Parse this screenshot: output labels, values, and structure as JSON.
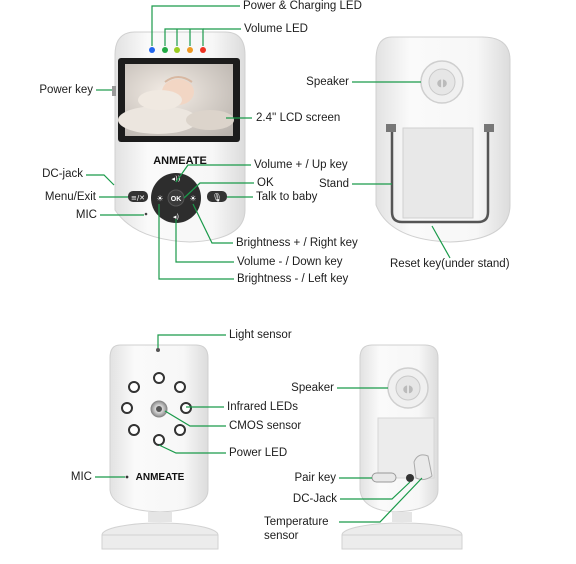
{
  "brand": "ANMEATE",
  "ok_key": "OK",
  "colors": {
    "line": "#1a9a4a",
    "device_body": "#f4f4f4",
    "device_edge": "#d6d6d6",
    "dark_panel": "#2b2b2b",
    "led_colors": [
      "#2266ee",
      "#22aa44",
      "#99cc22",
      "#ee9922",
      "#ee3322"
    ]
  },
  "labels": {
    "power_charging_led": "Power & Charging LED",
    "volume_led": "Volume LED",
    "power_key": "Power key",
    "lcd_screen": "2.4'' LCD screen",
    "speaker_top": "Speaker",
    "stand": "Stand",
    "dc_jack": "DC-jack",
    "volume_up_key": "Volume + / Up key",
    "ok": "OK",
    "menu_exit": "Menu/Exit",
    "talk_to_baby": "Talk to baby",
    "mic_parent": "MIC",
    "brightness_right_key": "Brightness + / Right key",
    "volume_down_key": "Volume - / Down key",
    "brightness_left_key": "Brightness - / Left key",
    "reset_key": "Reset key(under stand)",
    "light_sensor": "Light sensor",
    "infrared_leds": "Infrared LEDs",
    "cmos_sensor": "CMOS sensor",
    "power_led": "Power LED",
    "mic_camera": "MIC",
    "speaker_bottom": "Speaker",
    "pair_key": "Pair key",
    "dc_jack_camera": "DC-Jack",
    "temperature_sensor_1": "Temperature",
    "temperature_sensor_2": "sensor"
  },
  "icons": [
    "volume-up-icon",
    "volume-down-icon",
    "brightness-icon",
    "microphone-icon",
    "menu-icon",
    "speaker-grill-icon",
    "baby-photo"
  ]
}
